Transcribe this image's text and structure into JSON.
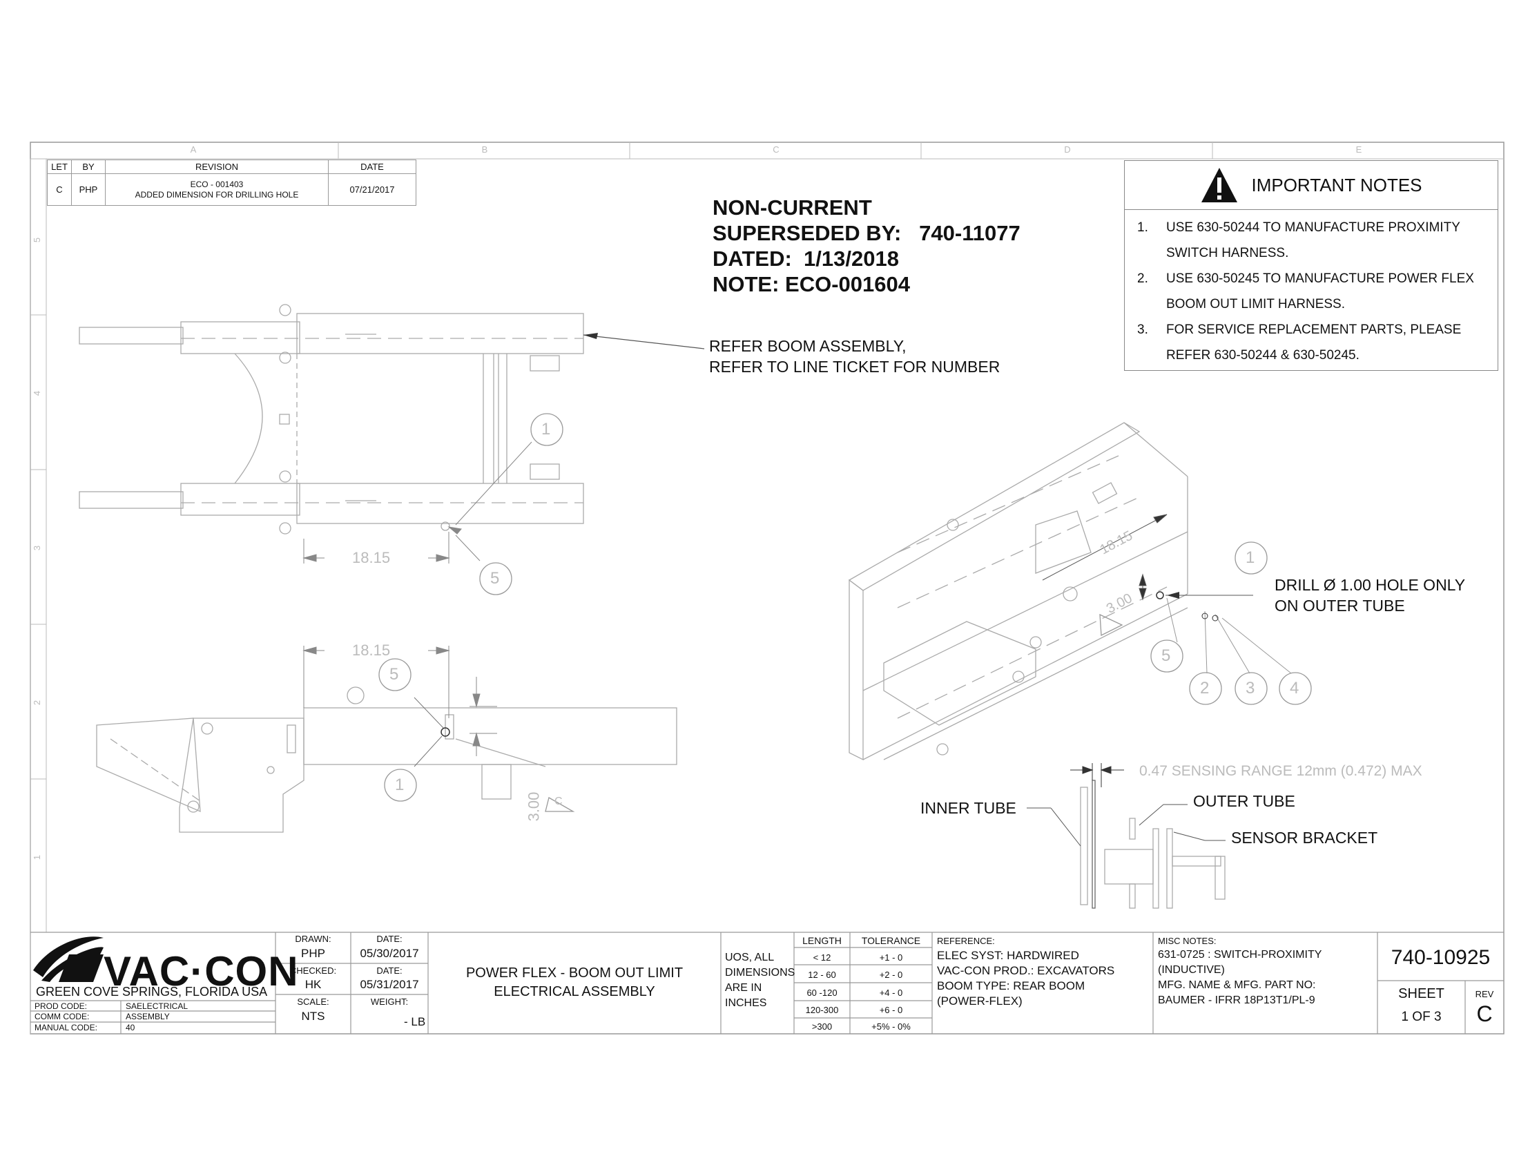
{
  "zones": [
    "A",
    "B",
    "C",
    "D",
    "E"
  ],
  "side_numbers": [
    "5",
    "4",
    "3",
    "2",
    "1"
  ],
  "revision_table": {
    "headers": [
      "LET",
      "BY",
      "REVISION",
      "DATE"
    ],
    "rows": [
      {
        "let": "C",
        "by": "PHP",
        "revision_line1": "ECO - 001403",
        "revision_line2": "ADDED DIMENSION FOR DRILLING HOLE",
        "date": "07/21/2017"
      }
    ]
  },
  "status_stamp": {
    "line1": "NON-CURRENT",
    "line2": "SUPERSEDED BY:   740-11077",
    "line3": "DATED:  1/13/2018",
    "line4": "NOTE: ECO-001604"
  },
  "important_notes": {
    "title": "IMPORTANT NOTES",
    "items": [
      {
        "num": "1.",
        "line1": "USE 630-50244 TO MANUFACTURE PROXIMITY",
        "line2": "SWITCH HARNESS."
      },
      {
        "num": "2.",
        "line1": "USE 630-50245 TO MANUFACTURE POWER FLEX",
        "line2": "BOOM OUT LIMIT HARNESS."
      },
      {
        "num": "3.",
        "line1": "FOR SERVICE REPLACEMENT PARTS, PLEASE",
        "line2": "REFER 630-50244 & 630-50245."
      }
    ]
  },
  "callouts": {
    "refer_line1": "REFER BOOM ASSEMBLY,",
    "refer_line2": "REFER TO LINE TICKET FOR NUMBER",
    "drill_line1": "DRILL Ø 1.00 HOLE ONLY",
    "drill_line2": "ON OUTER TUBE",
    "inner_tube": "INNER TUBE",
    "outer_tube": "OUTER TUBE",
    "sensor_bracket": "SENSOR BRACKET",
    "sensing_range": "0.47 SENSING RANGE 12mm (0.472) MAX"
  },
  "dimensions": {
    "top_view": "18.15",
    "side_view": "18.15",
    "side_view_vertical": "3.00",
    "iso_diag": "18.15",
    "iso_vertical": "3.00",
    "rev_triangle": "C"
  },
  "balloons": [
    "1",
    "5",
    "5",
    "1",
    "1",
    "5",
    "2",
    "3",
    "4"
  ],
  "title_block": {
    "company_name": "VAC·CON",
    "company_location": "GREEN COVE SPRINGS, FLORIDA USA",
    "prod_code_label": "PROD CODE:",
    "prod_code": "SAELECTRICAL",
    "comm_code_label": "COMM CODE:",
    "comm_code": "ASSEMBLY",
    "manual_code_label": "MANUAL CODE:",
    "manual_code": "40",
    "drawn_label": "DRAWN:",
    "drawn_by": "PHP",
    "drawn_date_label": "DATE:",
    "drawn_date": "05/30/2017",
    "checked_label": "CHECKED:",
    "checked_by": "HK",
    "checked_date_label": "DATE:",
    "checked_date": "05/31/2017",
    "scale_label": "SCALE:",
    "scale": "NTS",
    "weight_label": "WEIGHT:",
    "weight": "- LB",
    "title_line1": "POWER FLEX - BOOM OUT LIMIT",
    "title_line2": "ELECTRICAL ASSEMBLY",
    "uos_line1": "UOS, ALL",
    "uos_line2": "DIMENSIONS",
    "uos_line3": "ARE IN",
    "uos_line4": "INCHES",
    "tolerance_headers": [
      "LENGTH",
      "TOLERANCE"
    ],
    "tolerance_rows": [
      [
        "< 12",
        "+1 - 0"
      ],
      [
        "12 - 60",
        "+2 - 0"
      ],
      [
        "60 -120",
        "+4 - 0"
      ],
      [
        "120-300",
        "+6 - 0"
      ],
      [
        ">300",
        "+5% - 0%"
      ]
    ],
    "reference_label": "REFERENCE:",
    "reference_lines": [
      "ELEC SYST: HARDWIRED",
      "VAC-CON PROD.: EXCAVATORS",
      "BOOM TYPE: REAR BOOM",
      "(POWER-FLEX)"
    ],
    "misc_label": "MISC NOTES:",
    "misc_lines": [
      "631-0725 : SWITCH-PROXIMITY",
      "(INDUCTIVE)",
      "MFG. NAME & MFG. PART NO:",
      "BAUMER - IFRR 18P13T1/PL-9"
    ],
    "drawing_number": "740-10925",
    "sheet_label": "SHEET",
    "sheet": "1 OF 3",
    "rev_label": "REV",
    "rev": "C"
  }
}
